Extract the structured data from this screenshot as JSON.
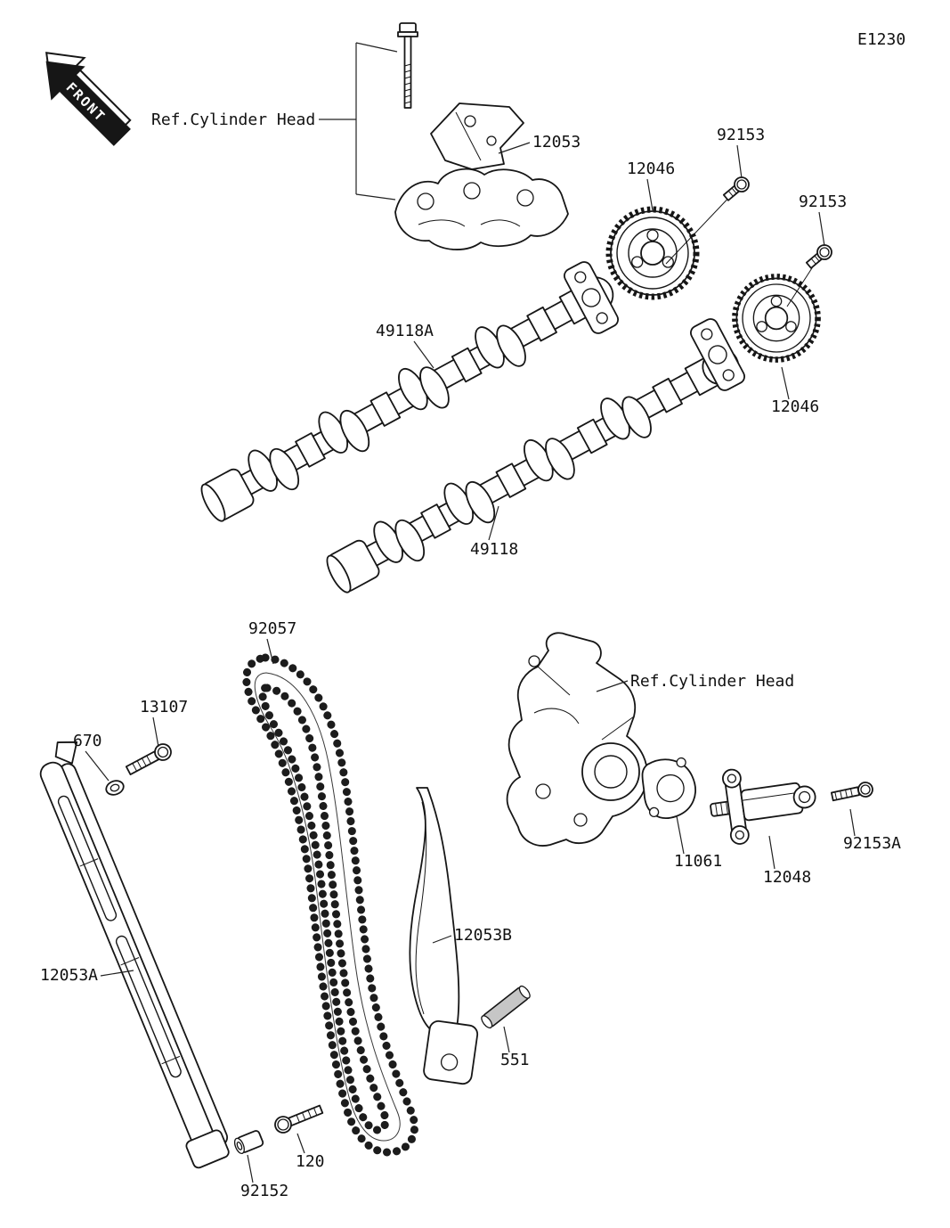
{
  "diagram": {
    "page_code": "E1230",
    "front_label": "FRONT",
    "ref_labels": {
      "top": "Ref.Cylinder Head",
      "right": "Ref.Cylinder Head"
    },
    "callouts": {
      "bracket": "12053",
      "sprocket_bolt_front": "92153",
      "sprocket_bolt_rear": "92153",
      "sprocket_front": "12046",
      "sprocket_rear": "12046",
      "camshaft_front": "49118A",
      "camshaft_rear": "49118",
      "cam_chain": "92057",
      "guide_bolt": "13107",
      "washer": "670",
      "guide_rear": "12053A",
      "guide_front": "12053B",
      "gasket": "11061",
      "tensioner": "12048",
      "tensioner_bolt": "92153A",
      "pin": "551",
      "bolt": "120",
      "collar": "92152"
    }
  }
}
